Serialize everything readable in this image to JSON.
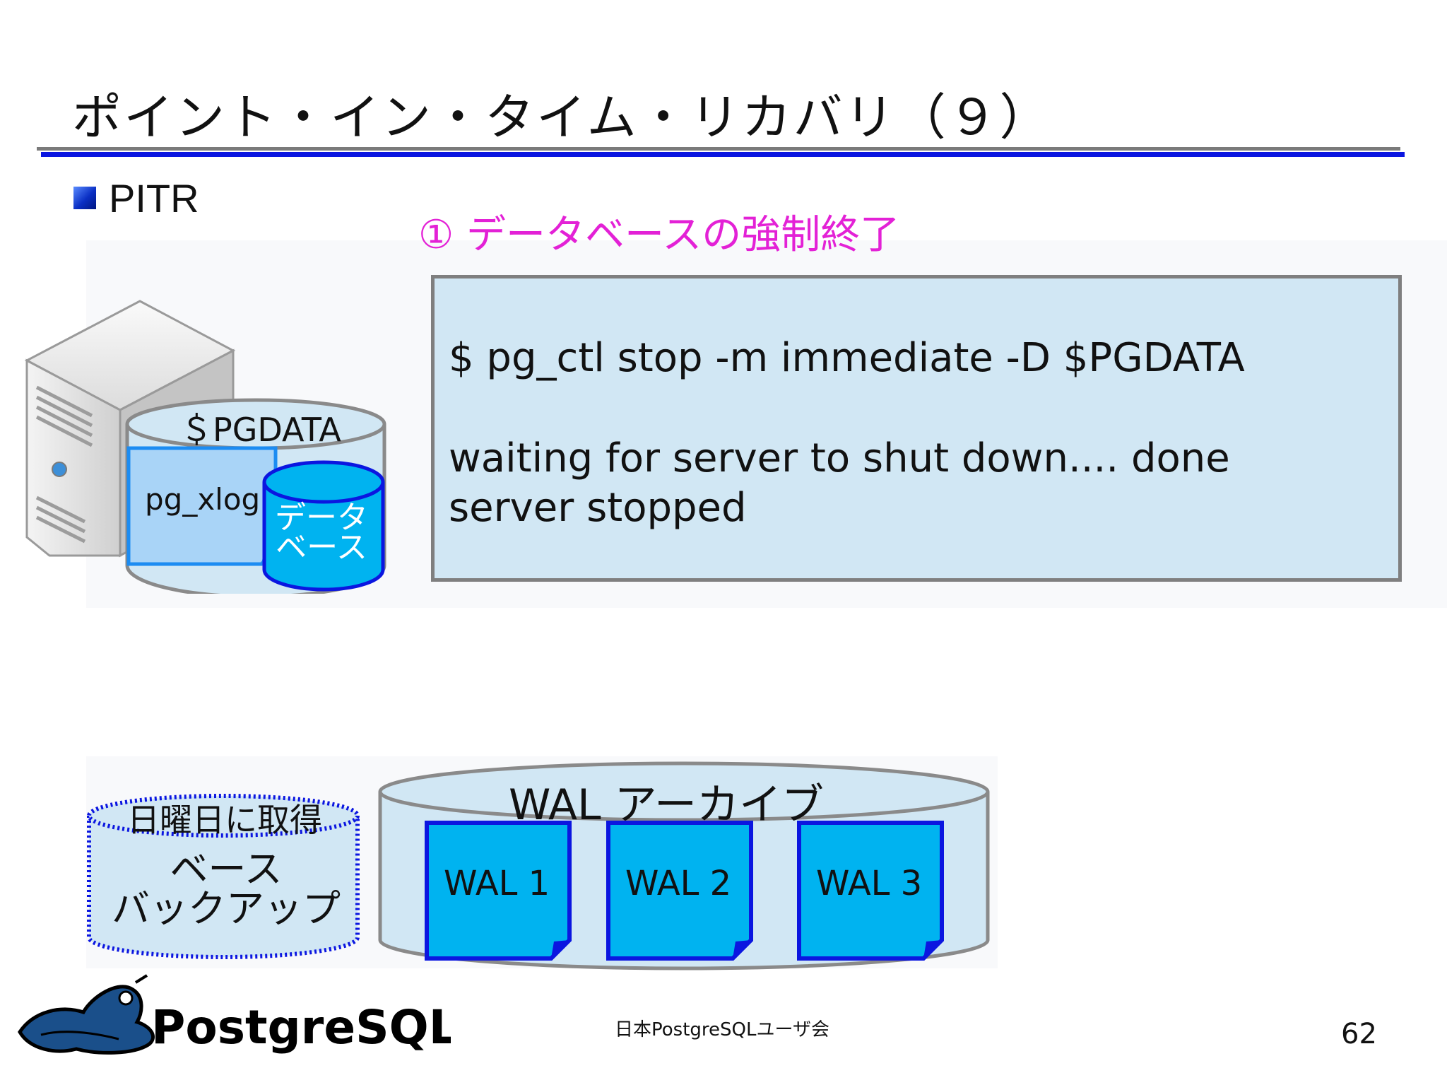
{
  "slide": {
    "title": "ポイント・イン・タイム・リカバリ（９）",
    "bullet": "PITR",
    "step_heading": "① データベースの強制終了"
  },
  "terminal": {
    "lines": [
      "$ pg_ctl stop -m immediate -D $PGDATA",
      "waiting for server to shut down.... done",
      "server stopped"
    ]
  },
  "server": {
    "pgdata_label": "＄PGDATA",
    "pgxlog_label": "pg_xlog",
    "database_label_line1": "データ",
    "database_label_line2": "ベース"
  },
  "archive": {
    "label": "WAL アーカイブ",
    "files": [
      "WAL 1",
      "WAL 2",
      "WAL 3"
    ]
  },
  "backup": {
    "top_label": "日曜日に取得",
    "label_line1": "ベース",
    "label_line2": "バックアップ"
  },
  "footer": {
    "logo_text": "PostgreSQL",
    "organization": "日本PostgreSQLユーザ会",
    "page_number": "62"
  },
  "colors": {
    "title_rule": "#0b16e0",
    "step_heading": "#e321d6",
    "terminal_bg": "#d1e7f4",
    "wal_file": "#00b3f0",
    "cylinder_fill": "#d1e7f4"
  }
}
